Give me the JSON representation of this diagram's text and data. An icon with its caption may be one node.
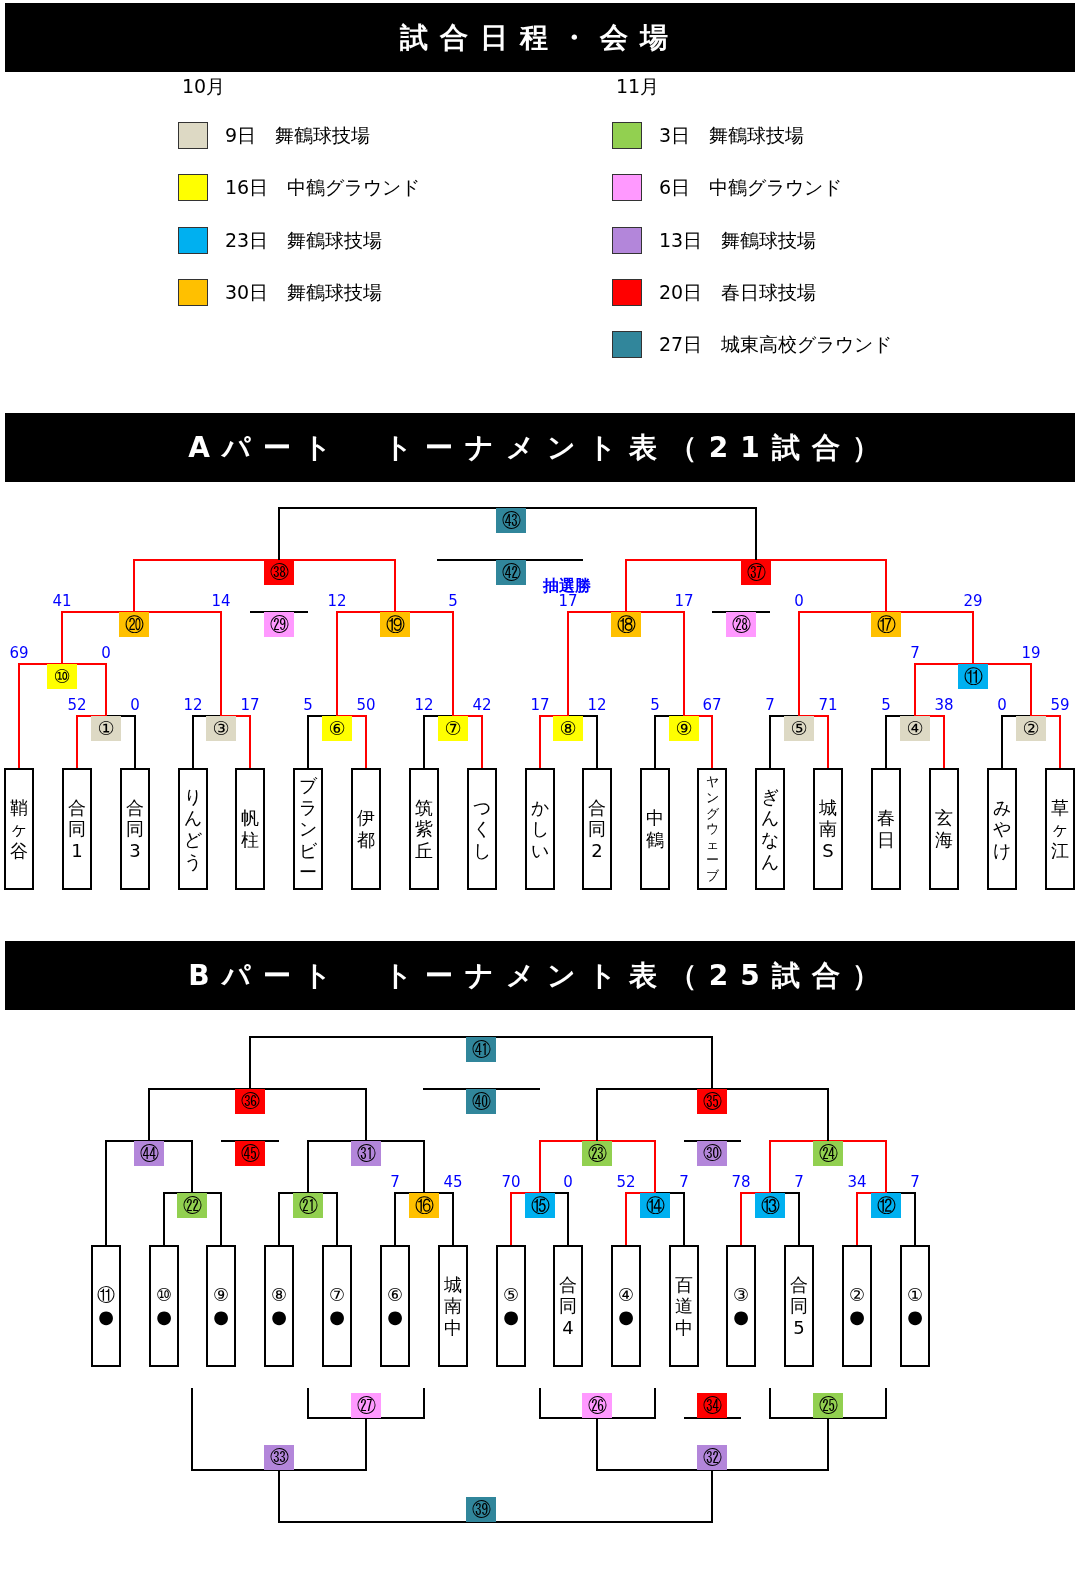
{
  "diagram": {
    "title": "試合日程・会場",
    "nodes": [
      {
        "text": [
          "㊸"
        ]
      },
      {
        "text": [
          "㊳"
        ]
      },
      {
        "text": [
          "㊷"
        ]
      },
      {
        "text": [
          "㊲"
        ]
      },
      {
        "text": [
          "⑳"
        ]
      },
      {
        "text": [
          "㉙"
        ]
      },
      {
        "text": [
          "⑲"
        ]
      },
      {
        "text": [
          "⑱"
        ]
      },
      {
        "text": [
          "㉘"
        ]
      },
      {
        "text": [
          "⑰"
        ]
      },
      {
        "text": [
          "⑩"
        ]
      },
      {
        "text": [
          "⑪"
        ]
      },
      {
        "text": [
          "①"
        ]
      },
      {
        "text": [
          "③"
        ]
      },
      {
        "text": [
          "⑥"
        ]
      },
      {
        "text": [
          "⑦"
        ]
      },
      {
        "text": [
          "⑧"
        ]
      },
      {
        "text": [
          "⑨"
        ]
      },
      {
        "text": [
          "⑤"
        ]
      },
      {
        "text": [
          "④"
        ]
      },
      {
        "text": [
          "②"
        ]
      },
      {
        "text": [
          "鞘ヶ谷"
        ]
      },
      {
        "text": [
          "合同1"
        ]
      },
      {
        "text": [
          "合同3"
        ]
      },
      {
        "text": [
          "りんどう"
        ]
      },
      {
        "text": [
          "帆柱"
        ]
      },
      {
        "text": [
          "ブランビー"
        ]
      },
      {
        "text": [
          "伊都"
        ]
      },
      {
        "text": [
          "筑紫丘"
        ]
      },
      {
        "text": [
          "つくし"
        ]
      },
      {
        "text": [
          "かしい"
        ]
      },
      {
        "text": [
          "合同2"
        ]
      },
      {
        "text": [
          "中鶴"
        ]
      },
      {
        "text": [
          "ヤングウェーブ"
        ]
      },
      {
        "text": [
          "ぎんなん"
        ]
      },
      {
        "text": [
          "城南S"
        ]
      },
      {
        "text": [
          "春日"
        ]
      },
      {
        "text": [
          "玄海"
        ]
      },
      {
        "text": [
          "みやけ"
        ]
      },
      {
        "text": [
          "草ヶ江"
        ]
      },
      {
        "text": [
          "㊶"
        ]
      },
      {
        "text": [
          "㊱"
        ]
      },
      {
        "text": [
          "㊵"
        ]
      },
      {
        "text": [
          "㉟"
        ]
      },
      {
        "text": [
          "㊹"
        ]
      },
      {
        "text": [
          "㊺"
        ]
      },
      {
        "text": [
          "㉛"
        ]
      },
      {
        "text": [
          "㉓"
        ]
      },
      {
        "text": [
          "㉚"
        ]
      },
      {
        "text": [
          "㉔"
        ]
      },
      {
        "text": [
          "㉒"
        ]
      },
      {
        "text": [
          "㉑"
        ]
      },
      {
        "text": [
          "⑯"
        ]
      },
      {
        "text": [
          "⑮"
        ]
      },
      {
        "text": [
          "⑭"
        ]
      },
      {
        "text": [
          "⑬"
        ]
      },
      {
        "text": [
          "⑫"
        ]
      },
      {
        "text": [
          "⑪",
          "●"
        ]
      },
      {
        "text": [
          "⑩",
          "●"
        ]
      },
      {
        "text": [
          "⑨",
          "●"
        ]
      },
      {
        "text": [
          "⑧",
          "●"
        ]
      },
      {
        "text": [
          "⑦",
          "●"
        ]
      },
      {
        "text": [
          "⑥",
          "●"
        ]
      },
      {
        "text": [
          "城南中"
        ]
      },
      {
        "text": [
          "⑤",
          "●"
        ]
      },
      {
        "text": [
          "合同4"
        ]
      },
      {
        "text": [
          "④",
          "●"
        ]
      },
      {
        "text": [
          "百道中"
        ]
      },
      {
        "text": [
          "③",
          "●"
        ]
      },
      {
        "text": [
          "合同5"
        ]
      },
      {
        "text": [
          "②",
          "●"
        ]
      },
      {
        "text": [
          "①",
          "●"
        ]
      },
      {
        "text": [
          "㉗"
        ]
      },
      {
        "text": [
          "㉖"
        ]
      },
      {
        "text": [
          "㉞"
        ]
      },
      {
        "text": [
          "㉕"
        ]
      },
      {
        "text": [
          "㉝"
        ]
      },
      {
        "text": [
          "㉜"
        ]
      },
      {
        "text": [
          "㊴"
        ]
      }
    ],
    "edges": [
      {
        "from": 22,
        "to": 12,
        "arrow": "none",
        "label": "52",
        "color": "#ff0000"
      },
      {
        "from": 23,
        "to": 12,
        "arrow": "none",
        "label": "0"
      },
      {
        "from": 24,
        "to": 13,
        "arrow": "none",
        "label": "12"
      },
      {
        "from": 25,
        "to": 13,
        "arrow": "none",
        "label": "17",
        "color": "#ff0000"
      },
      {
        "from": 26,
        "to": 14,
        "arrow": "none",
        "label": "5"
      },
      {
        "from": 27,
        "to": 14,
        "arrow": "none",
        "label": "50",
        "color": "#ff0000"
      },
      {
        "from": 28,
        "to": 15,
        "arrow": "none",
        "label": "12"
      },
      {
        "from": 29,
        "to": 15,
        "arrow": "none",
        "label": "42",
        "color": "#ff0000"
      },
      {
        "from": 30,
        "to": 16,
        "arrow": "none",
        "label": "17",
        "color": "#ff0000"
      },
      {
        "from": 31,
        "to": 16,
        "arrow": "none",
        "label": "12"
      },
      {
        "from": 32,
        "to": 17,
        "arrow": "none",
        "label": "5"
      },
      {
        "from": 33,
        "to": 17,
        "arrow": "none",
        "label": "67",
        "color": "#ff0000"
      },
      {
        "from": 34,
        "to": 18,
        "arrow": "none",
        "label": "7"
      },
      {
        "from": 35,
        "to": 18,
        "arrow": "none",
        "label": "71",
        "color": "#ff0000"
      },
      {
        "from": 36,
        "to": 19,
        "arrow": "none",
        "label": "5"
      },
      {
        "from": 37,
        "to": 19,
        "arrow": "none",
        "label": "38",
        "color": "#ff0000"
      },
      {
        "from": 38,
        "to": 20,
        "arrow": "none",
        "label": "0"
      },
      {
        "from": 39,
        "to": 20,
        "arrow": "none",
        "label": "59",
        "color": "#ff0000"
      },
      {
        "from": 21,
        "to": 10,
        "arrow": "none",
        "label": "69",
        "color": "#ff0000"
      },
      {
        "from": 12,
        "to": 10,
        "arrow": "none",
        "label": "0",
        "color": "#ff0000"
      },
      {
        "from": 19,
        "to": 11,
        "arrow": "none",
        "label": "7",
        "color": "#ff0000"
      },
      {
        "from": 20,
        "to": 11,
        "arrow": "none",
        "label": "19",
        "color": "#ff0000"
      },
      {
        "from": 10,
        "to": 4,
        "arrow": "none",
        "label": "41",
        "color": "#ff0000"
      },
      {
        "from": 13,
        "to": 4,
        "arrow": "none",
        "label": "14",
        "color": "#ff0000"
      },
      {
        "from": 14,
        "to": 6,
        "arrow": "none",
        "label": "12",
        "color": "#ff0000"
      },
      {
        "from": 15,
        "to": 6,
        "arrow": "none",
        "label": "5",
        "color": "#ff0000"
      },
      {
        "from": 16,
        "to": 7,
        "arrow": "none",
        "label": "17",
        "color": "#ff0000"
      },
      {
        "from": 17,
        "to": 7,
        "arrow": "none",
        "label": "17",
        "color": "#ff0000"
      },
      {
        "from": 18,
        "to": 9,
        "arrow": "none",
        "label": "0",
        "color": "#ff0000"
      },
      {
        "from": 11,
        "to": 9,
        "arrow": "none",
        "label": "29",
        "color": "#ff0000"
      },
      {
        "from": 4,
        "to": 1,
        "arrow": "none",
        "color": "#ff0000"
      },
      {
        "from": 6,
        "to": 1,
        "arrow": "none",
        "color": "#ff0000"
      },
      {
        "from": 7,
        "to": 3,
        "arrow": "none",
        "color": "#ff0000"
      },
      {
        "from": 9,
        "to": 3,
        "arrow": "none",
        "color": "#ff0000"
      },
      {
        "from": 1,
        "to": 0,
        "arrow": "none"
      },
      {
        "from": 3,
        "to": 0,
        "arrow": "none"
      },
      {
        "from": 58,
        "to": 50,
        "arrow": "none"
      },
      {
        "from": 59,
        "to": 50,
        "arrow": "none"
      },
      {
        "from": 60,
        "to": 51,
        "arrow": "none"
      },
      {
        "from": 61,
        "to": 51,
        "arrow": "none"
      },
      {
        "from": 62,
        "to": 52,
        "arrow": "none",
        "label": "7"
      },
      {
        "from": 63,
        "to": 52,
        "arrow": "none",
        "label": "45"
      },
      {
        "from": 64,
        "to": 53,
        "arrow": "none",
        "label": "70",
        "color": "#ff0000"
      },
      {
        "from": 65,
        "to": 53,
        "arrow": "none",
        "label": "0"
      },
      {
        "from": 66,
        "to": 54,
        "arrow": "none",
        "label": "52",
        "color": "#ff0000"
      },
      {
        "from": 67,
        "to": 54,
        "arrow": "none",
        "label": "7"
      },
      {
        "from": 68,
        "to": 55,
        "arrow": "none",
        "label": "78",
        "color": "#ff0000"
      },
      {
        "from": 69,
        "to": 55,
        "arrow": "none",
        "label": "7"
      },
      {
        "from": 70,
        "to": 56,
        "arrow": "none",
        "label": "34",
        "color": "#ff0000"
      },
      {
        "from": 71,
        "to": 56,
        "arrow": "none",
        "label": "7"
      },
      {
        "from": 57,
        "to": 44,
        "arrow": "none"
      },
      {
        "from": 50,
        "to": 44,
        "arrow": "none"
      },
      {
        "from": 51,
        "to": 46,
        "arrow": "none"
      },
      {
        "from": 52,
        "to": 46,
        "arrow": "none"
      },
      {
        "from": 53,
        "to": 47,
        "arrow": "none",
        "color": "#ff0000"
      },
      {
        "from": 54,
        "to": 47,
        "arrow": "none",
        "color": "#ff0000"
      },
      {
        "from": 55,
        "to": 49,
        "arrow": "none",
        "color": "#ff0000"
      },
      {
        "from": 56,
        "to": 49,
        "arrow": "none",
        "color": "#ff0000"
      },
      {
        "from": 44,
        "to": 41,
        "arrow": "none"
      },
      {
        "from": 46,
        "to": 41,
        "arrow": "none"
      },
      {
        "from": 47,
        "to": 43,
        "arrow": "none"
      },
      {
        "from": 49,
        "to": 43,
        "arrow": "none"
      },
      {
        "from": 41,
        "to": 40,
        "arrow": "none"
      },
      {
        "from": 43,
        "to": 40,
        "arrow": "none"
      },
      {
        "from": null,
        "to": 72,
        "arrow": "none"
      },
      {
        "from": null,
        "to": 72,
        "arrow": "none"
      },
      {
        "from": null,
        "to": 73,
        "arrow": "none"
      },
      {
        "from": null,
        "to": 73,
        "arrow": "none"
      },
      {
        "from": null,
        "to": 75,
        "arrow": "none"
      },
      {
        "from": null,
        "to": 75,
        "arrow": "none"
      },
      {
        "from": null,
        "to": 76,
        "arrow": "none"
      },
      {
        "from": 72,
        "to": 76,
        "arrow": "none"
      },
      {
        "from": 73,
        "to": 77,
        "arrow": "none"
      },
      {
        "from": 75,
        "to": 77,
        "arrow": "none"
      },
      {
        "from": 76,
        "to": 78,
        "arrow": "none"
      },
      {
        "from": 77,
        "to": 78,
        "arrow": "none"
      }
    ],
    "labels": [
      "10月",
      "11月",
      "Aパート　トーナメント表（21試合）",
      "抽選勝",
      "Bパート　トーナメント表（25試合）"
    ],
    "legend": [
      {
        "text": "9日　舞鶴球技場",
        "color": "#ddd9c4"
      },
      {
        "text": "16日　中鶴グラウンド",
        "color": "#ffff00"
      },
      {
        "text": "23日　舞鶴球技場",
        "color": "#00b0f0"
      },
      {
        "text": "30日　舞鶴球技場",
        "color": "#ffc000"
      },
      {
        "text": "3日　舞鶴球技場",
        "color": "#92d050"
      },
      {
        "text": "6日　中鶴グラウンド",
        "color": "#ff99ff"
      },
      {
        "text": "13日　舞鶴球技場",
        "color": "#b386da"
      },
      {
        "text": "20日　春日球技場",
        "color": "#ff0000"
      },
      {
        "text": "27日　城東高校グラウンド",
        "color": "#31869b"
      }
    ]
  }
}
